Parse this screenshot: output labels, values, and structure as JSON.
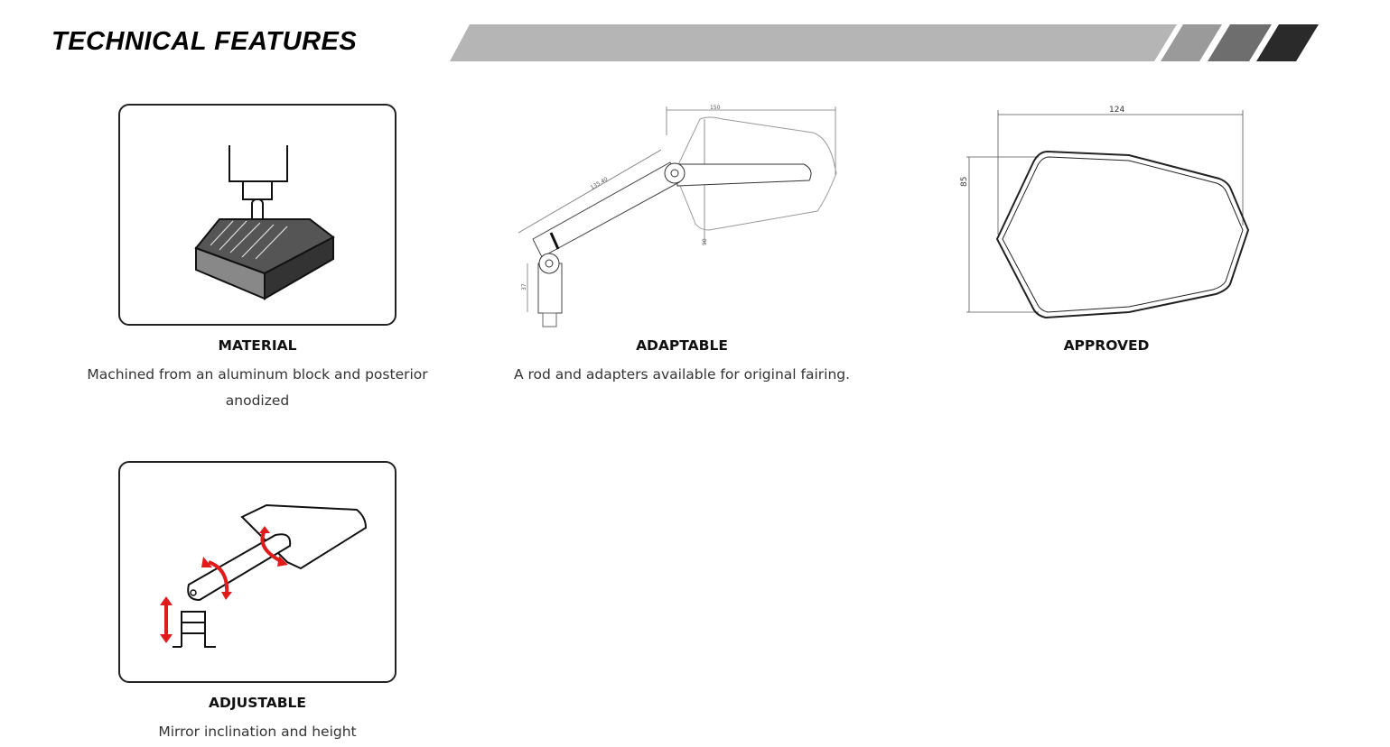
{
  "header": {
    "title": "TECHNICAL FEATURES"
  },
  "features": [
    {
      "title": "MATERIAL",
      "description": "Machined from an aluminum block and posterior anodized",
      "icon": "machining-icon"
    },
    {
      "title": "ADAPTABLE",
      "description": "A rod and adapters available for original fairing.",
      "icon": "mirror-side-drawing"
    },
    {
      "title": "APPROVED",
      "description": "",
      "icon": "mirror-front-drawing"
    },
    {
      "title": "ADJUSTABLE",
      "description": "Mirror inclination and height",
      "icon": "adjust-icon"
    }
  ],
  "drawings": {
    "side": {
      "width": "150",
      "arm": "135.40",
      "height": "90",
      "mount": "37"
    },
    "front": {
      "width": "124",
      "height": "85"
    }
  },
  "colors": {
    "accent_red": "#e01b1b",
    "banner_gray": "#b5b5b5"
  }
}
